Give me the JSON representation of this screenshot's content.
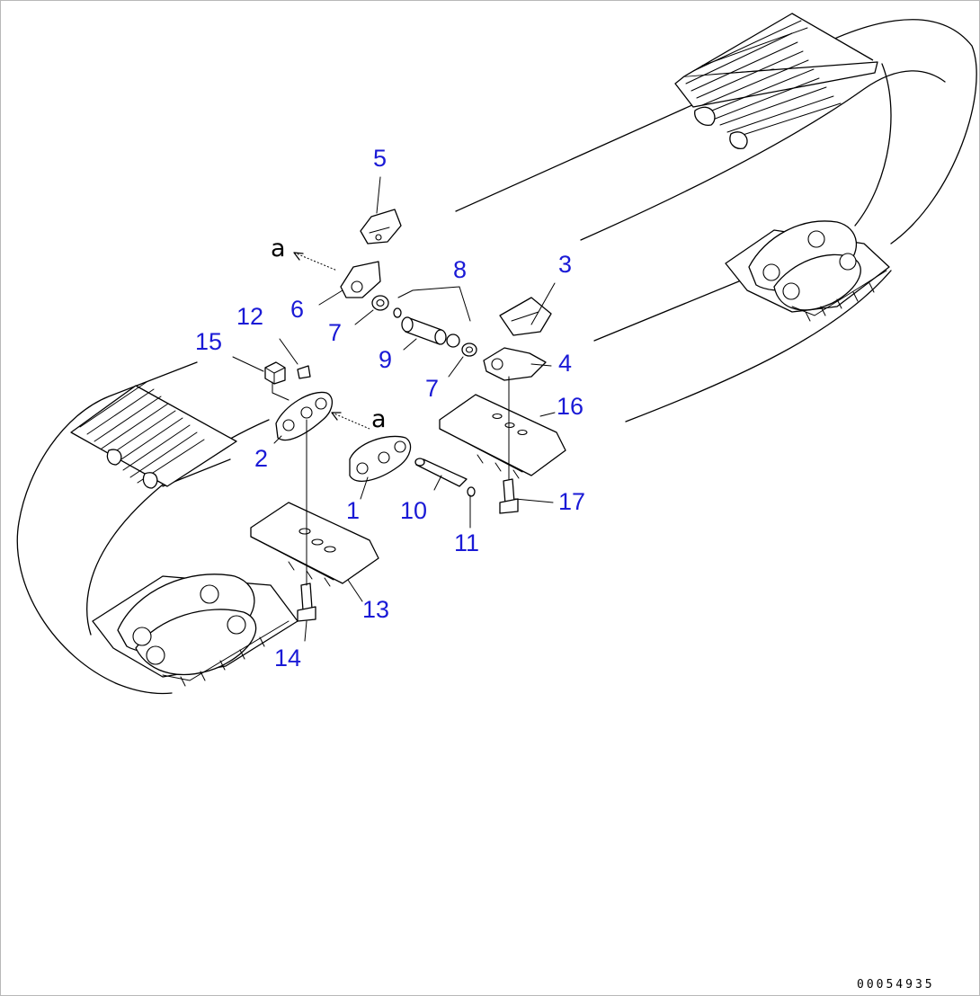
{
  "drawing_code": "00054935",
  "view_letters": {
    "a_left": "a",
    "a_right": "a"
  },
  "callouts": {
    "c1": "1",
    "c2": "2",
    "c3": "3",
    "c4": "4",
    "c5": "5",
    "c6": "6",
    "c7a": "7",
    "c7b": "7",
    "c8": "8",
    "c9": "9",
    "c10": "10",
    "c11": "11",
    "c12": "12",
    "c13": "13",
    "c14": "14",
    "c15": "15",
    "c16": "16",
    "c17": "17"
  },
  "colors": {
    "callout": "#1a1ad6",
    "line": "#000000",
    "background": "#ffffff"
  }
}
